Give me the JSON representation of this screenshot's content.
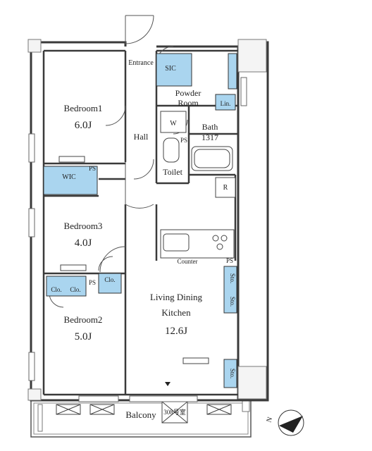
{
  "rooms": {
    "bedroom1": {
      "name": "Bedroom1",
      "size": "6.0J"
    },
    "bedroom2": {
      "name": "Bedroom2",
      "size": "5.0J"
    },
    "bedroom3": {
      "name": "Bedroom3",
      "size": "4.0J"
    },
    "ldk": {
      "name_line1": "Living Dining",
      "name_line2": "Kitchen",
      "size": "12.6J"
    },
    "hall": "Hall",
    "entrance": "Entrance",
    "sic": "SIC",
    "powder_line1": "Powder",
    "powder_line2": "Room",
    "linen": "Lin.",
    "washer": "W",
    "bath": "Bath",
    "bath_size": "1317",
    "toilet": "Toilet",
    "wic": "WIC",
    "counter": "Counter",
    "balcony": "Balcony"
  },
  "markers": {
    "ps": "PS",
    "fridge": "R",
    "closet": "Clo.",
    "storage": "Sto."
  },
  "balcony_note": "308号室",
  "compass": "N",
  "colors": {
    "storage_fill": "#aad5ef",
    "wall": "#3a3a3a"
  }
}
